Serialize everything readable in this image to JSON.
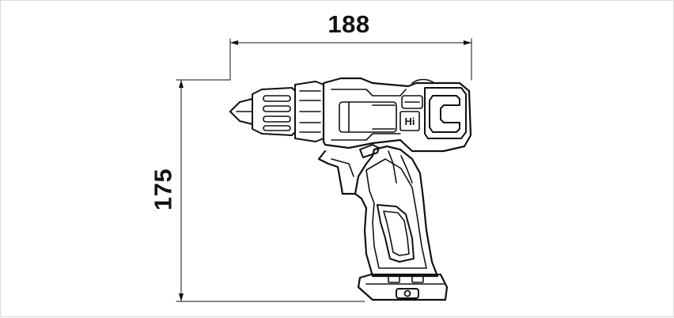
{
  "dimensions": {
    "width_label": "188",
    "height_label": "175",
    "unit": ""
  },
  "drill": {
    "badge_text": "Hi"
  },
  "colors": {
    "line": "#111111",
    "background": "#ffffff",
    "frame": "#d9d9d9"
  }
}
